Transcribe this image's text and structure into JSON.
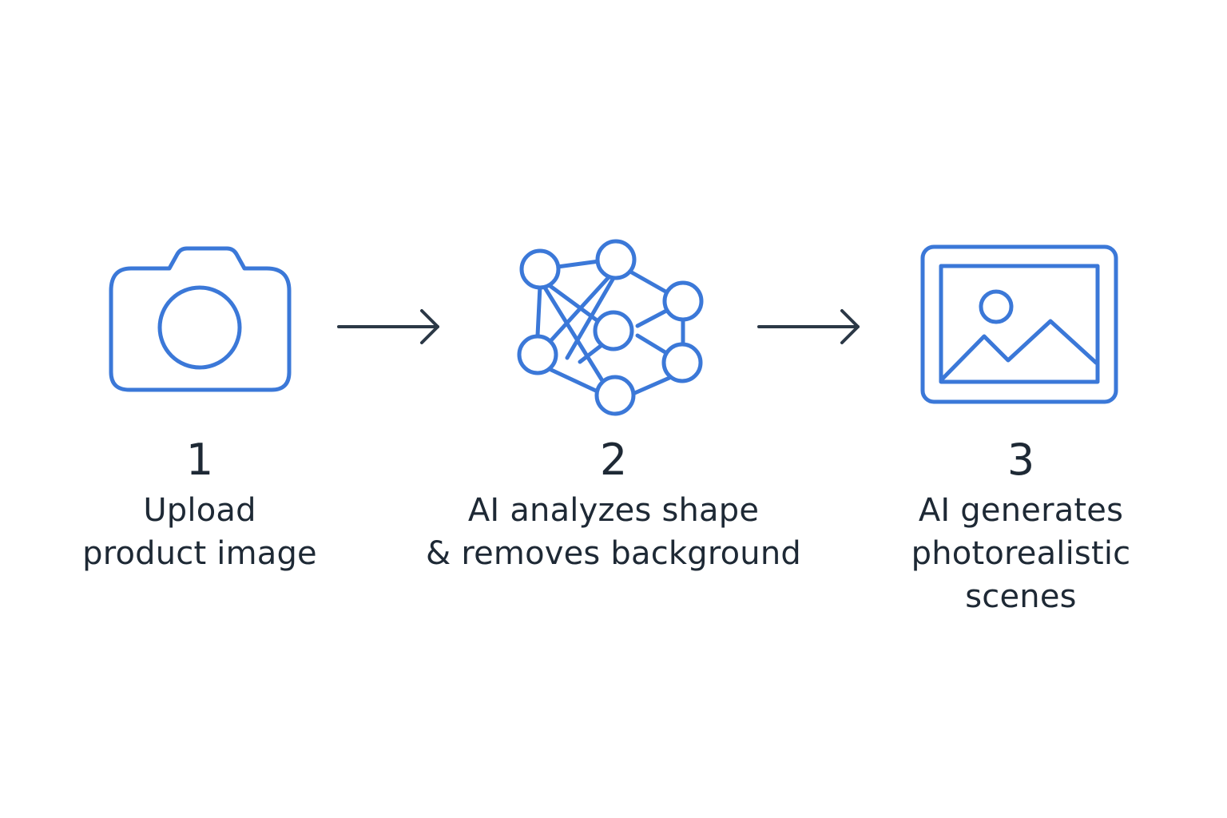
{
  "diagram": {
    "accent_color": "#3b78d8",
    "arrow_color": "#2b3846",
    "text_color": "#1e2935",
    "steps": [
      {
        "number": "1",
        "icon": "camera-icon",
        "label": "Upload\nproduct image"
      },
      {
        "number": "2",
        "icon": "neural-network-icon",
        "label": "AI analyzes shape\n& removes background"
      },
      {
        "number": "3",
        "icon": "image-icon",
        "label": "AI generates\nphotorealistic\nscenes"
      }
    ],
    "connectors": [
      {
        "icon": "arrow-right-icon",
        "from": "1",
        "to": "2"
      },
      {
        "icon": "arrow-right-icon",
        "from": "2",
        "to": "3"
      }
    ]
  }
}
